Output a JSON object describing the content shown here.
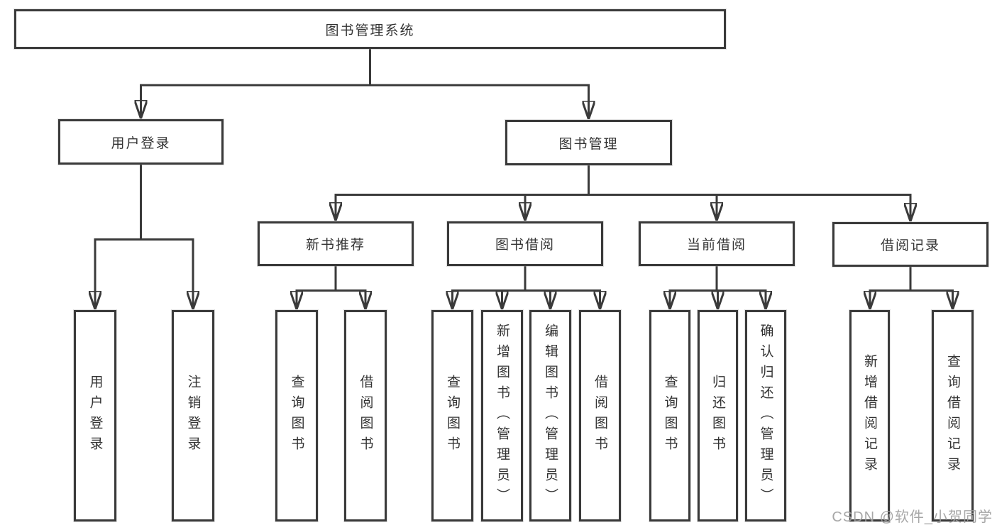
{
  "diagram": {
    "type": "hierarchy-tree",
    "title": "图书管理系统",
    "colors": {
      "line": "#3a3a3a",
      "box_border": "#3a3a3a",
      "box_fill": "#ffffff",
      "text": "#333333",
      "watermark": "#9e9e9e",
      "background": "#ffffff"
    },
    "nodes": [
      {
        "id": "root",
        "label": "图书管理系统"
      },
      {
        "id": "user-login-group",
        "label": "用户登录"
      },
      {
        "id": "book-management",
        "label": "图书管理"
      },
      {
        "id": "new-book-recommend",
        "label": "新书推荐"
      },
      {
        "id": "book-borrowing",
        "label": "图书借阅"
      },
      {
        "id": "current-borrowing",
        "label": "当前借阅"
      },
      {
        "id": "borrowing-records",
        "label": "借阅记录"
      },
      {
        "id": "user-login",
        "label": "用户登录"
      },
      {
        "id": "logout",
        "label": "注销登录"
      },
      {
        "id": "query-books-r",
        "label": "查询图书"
      },
      {
        "id": "borrow-books-r",
        "label": "借阅图书"
      },
      {
        "id": "query-books-b",
        "label": "查询图书"
      },
      {
        "id": "add-books-admin",
        "label": "新增图书（管理员）"
      },
      {
        "id": "edit-books-admin",
        "label": "编辑图书（管理员）"
      },
      {
        "id": "borrow-books-b",
        "label": "借阅图书"
      },
      {
        "id": "query-books-c",
        "label": "查询图书"
      },
      {
        "id": "return-books",
        "label": "归还图书"
      },
      {
        "id": "confirm-return-admin",
        "label": "确认归还（管理员）"
      },
      {
        "id": "add-borrow-record",
        "label": "新增借阅记录"
      },
      {
        "id": "query-borrow-record",
        "label": "查询借阅记录"
      }
    ],
    "edges": [
      {
        "from": "root",
        "to": "user-login-group"
      },
      {
        "from": "root",
        "to": "book-management"
      },
      {
        "from": "user-login-group",
        "to": "user-login"
      },
      {
        "from": "user-login-group",
        "to": "logout"
      },
      {
        "from": "book-management",
        "to": "new-book-recommend"
      },
      {
        "from": "book-management",
        "to": "book-borrowing"
      },
      {
        "from": "book-management",
        "to": "current-borrowing"
      },
      {
        "from": "book-management",
        "to": "borrowing-records"
      },
      {
        "from": "new-book-recommend",
        "to": "query-books-r"
      },
      {
        "from": "new-book-recommend",
        "to": "borrow-books-r"
      },
      {
        "from": "book-borrowing",
        "to": "query-books-b"
      },
      {
        "from": "book-borrowing",
        "to": "add-books-admin"
      },
      {
        "from": "book-borrowing",
        "to": "edit-books-admin"
      },
      {
        "from": "book-borrowing",
        "to": "borrow-books-b"
      },
      {
        "from": "current-borrowing",
        "to": "query-books-c"
      },
      {
        "from": "current-borrowing",
        "to": "return-books"
      },
      {
        "from": "current-borrowing",
        "to": "confirm-return-admin"
      },
      {
        "from": "borrowing-records",
        "to": "add-borrow-record"
      },
      {
        "from": "borrowing-records",
        "to": "query-borrow-record"
      }
    ],
    "watermark": "CSDN @软件_小贺同学"
  }
}
